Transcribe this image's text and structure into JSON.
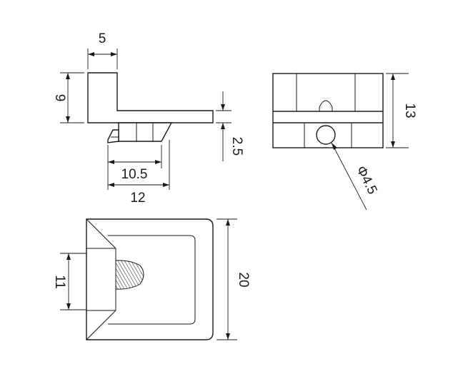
{
  "dimensions": {
    "top_width": "5",
    "height_left": "9",
    "slot_depth": "2.5",
    "inner_width": "10.5",
    "outer_width": "12",
    "side_height": "13",
    "hole_diameter": "Φ4.5",
    "front_height": "11",
    "overall_length": "20"
  }
}
